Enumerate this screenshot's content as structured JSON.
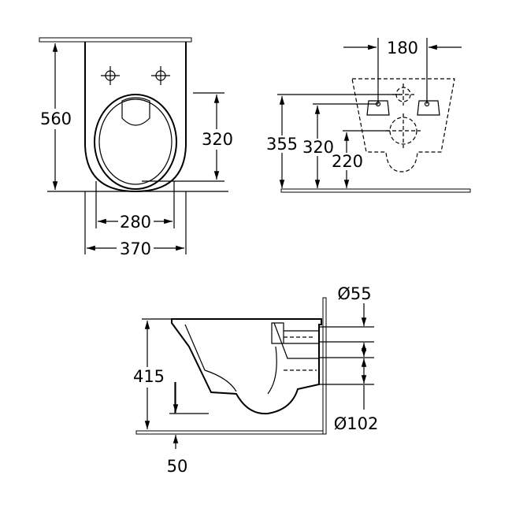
{
  "top_view": {
    "depth": "560",
    "seat_depth": "320",
    "seat_width": "280",
    "width": "370"
  },
  "rear_view": {
    "fixing_spacing": "180",
    "height_inlet": "355",
    "height_fixing": "320",
    "height_outlet": "220"
  },
  "side_view": {
    "height": "415",
    "floor_offset": "50",
    "inlet_diameter": "Ø55",
    "outlet_diameter": "Ø102"
  }
}
